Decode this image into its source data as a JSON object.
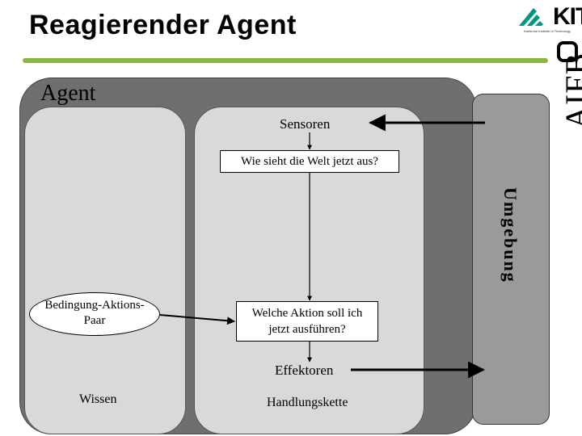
{
  "header": {
    "title": "Reagierender Agent",
    "logo_kit": "KIT",
    "logo_kit_subtitle": "Karlsruhe Institute of Technology",
    "logo_aifb": "AIFB"
  },
  "diagram": {
    "agent_label": "Agent",
    "environment_label": "Umgebung",
    "sensors_label": "Sensoren",
    "effectors_label": "Effektoren",
    "world_state_box": "Wie sieht die Welt jetzt aus?",
    "action_box_line1": "Welche Aktion soll ich",
    "action_box_line2": "jetzt ausführen?",
    "condition_action_line1": "Bedingung-Aktions-",
    "condition_action_line2": "Paar",
    "knowledge_label": "Wissen",
    "action_chain_label": "Handlungskette"
  },
  "colors": {
    "accent_rule": "#8db63f",
    "agent_box": "#6f6f6f",
    "panel": "#d9d9d9",
    "environment": "#9a9a9a"
  }
}
